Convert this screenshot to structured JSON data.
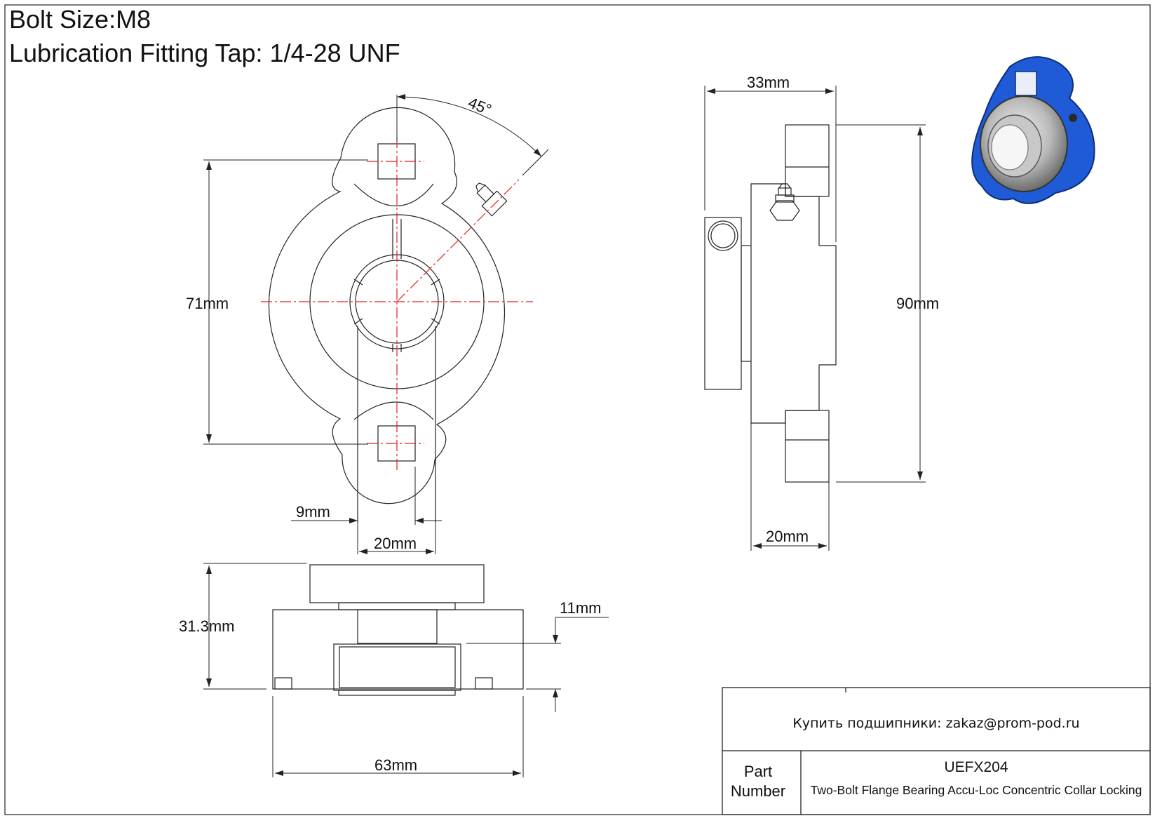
{
  "header": {
    "bolt_size": "Bolt Size:M8",
    "lubrication": "Lubrication Fitting Tap: 1/4-28 UNF"
  },
  "dimensions": {
    "angle": "45°",
    "height_bolt_spacing": "71mm",
    "slot_width": "9mm",
    "hub_width": "20mm",
    "overall_width": "33mm",
    "overall_height": "90mm",
    "flange_depth": "20mm",
    "total_height": "31.3mm",
    "flange_thickness": "11mm",
    "base_length": "63mm"
  },
  "title_block": {
    "contact": "Купить подшипники: zakaz@prom-pod.ru",
    "part_label": "Part Number",
    "part_number": "UEFX204",
    "description": "Two-Bolt Flange Bearing Accu-Loc Concentric Collar Locking"
  },
  "colors": {
    "line": "#222222",
    "centerline": "#e02020",
    "housing": "#1f5bd6"
  }
}
